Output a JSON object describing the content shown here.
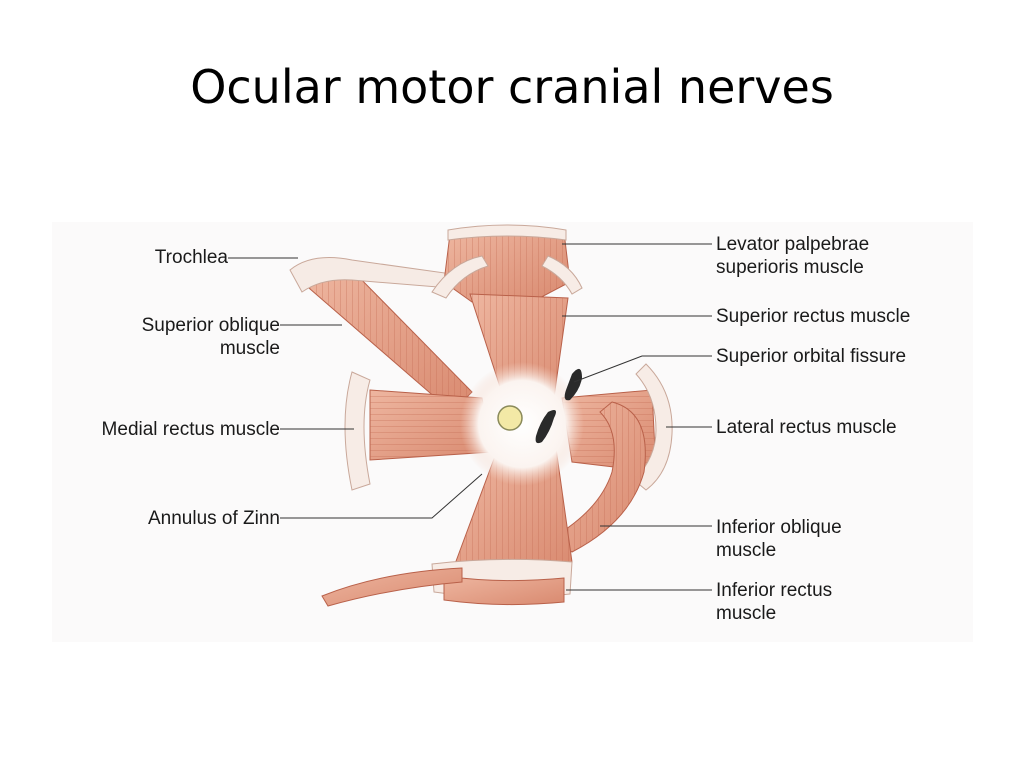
{
  "slide": {
    "title": "Ocular motor cranial nerves"
  },
  "diagram": {
    "labels": {
      "trochlea": "Trochlea",
      "superior_oblique_1": "Superior oblique",
      "superior_oblique_2": "muscle",
      "medial_rectus": "Medial rectus muscle",
      "annulus_of_zinn": "Annulus of Zinn",
      "levator_1": "Levator palpebrae",
      "levator_2": "superioris muscle",
      "superior_rectus": "Superior rectus muscle",
      "superior_orbital_fissure": "Superior orbital fissure",
      "lateral_rectus": "Lateral rectus muscle",
      "inferior_oblique_1": "Inferior oblique",
      "inferior_oblique_2": "muscle",
      "inferior_rectus_1": "Inferior rectus",
      "inferior_rectus_2": "muscle"
    },
    "colors": {
      "muscle": "#e8a58d",
      "muscle_dark": "#c9715a",
      "tendon": "#f7ece6",
      "fissure": "#2a2a2a",
      "optic_canal": "#f3e9a6",
      "leader_line": "#333333"
    }
  }
}
